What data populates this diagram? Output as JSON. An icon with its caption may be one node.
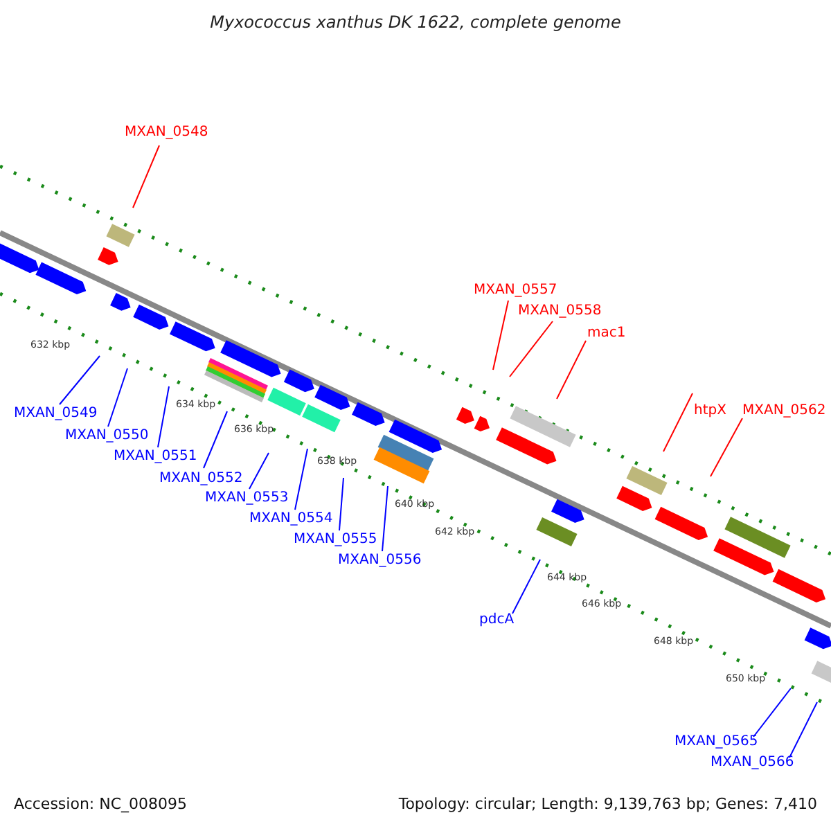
{
  "diagram": {
    "title": "Myxococcus xanthus DK 1622, complete genome",
    "nodes": [
      {
        "text": [
          "MXAN_0548"
        ]
      },
      {
        "text": [
          "MXAN_0549"
        ]
      },
      {
        "text": [
          "MXAN_0550"
        ]
      },
      {
        "text": [
          "MXAN_0551"
        ]
      },
      {
        "text": [
          "MXAN_0552"
        ]
      },
      {
        "text": [
          "MXAN_0553"
        ]
      },
      {
        "text": [
          "MXAN_0554"
        ]
      },
      {
        "text": [
          "MXAN_0555"
        ]
      },
      {
        "text": [
          "MXAN_0556"
        ]
      },
      {
        "text": [
          "MXAN_0557"
        ]
      },
      {
        "text": [
          "MXAN_0558"
        ]
      },
      {
        "text": [
          "mac1"
        ]
      },
      {
        "text": [
          "htpX"
        ]
      },
      {
        "text": [
          "MXAN_0562"
        ]
      },
      {
        "text": [
          "pdcA"
        ]
      },
      {
        "text": [
          "MXAN_0565"
        ]
      },
      {
        "text": [
          "MXAN_0566"
        ]
      }
    ],
    "edges": [
      {
        "from": 0,
        "to": null,
        "arrow": "none",
        "color": "#ff0000"
      },
      {
        "from": 1,
        "to": null,
        "arrow": "none"
      },
      {
        "from": 2,
        "to": null,
        "arrow": "none"
      },
      {
        "from": 3,
        "to": null,
        "arrow": "none"
      },
      {
        "from": 4,
        "to": null,
        "arrow": "none"
      },
      {
        "from": 5,
        "to": null,
        "arrow": "none"
      },
      {
        "from": 6,
        "to": null,
        "arrow": "none"
      },
      {
        "from": 7,
        "to": null,
        "arrow": "none"
      },
      {
        "from": 8,
        "to": null,
        "arrow": "none"
      },
      {
        "from": 9,
        "to": null,
        "arrow": "none",
        "color": "#ff0000"
      },
      {
        "from": 10,
        "to": null,
        "arrow": "none",
        "color": "#ff0000"
      },
      {
        "from": 11,
        "to": null,
        "arrow": "none",
        "color": "#ff0000"
      },
      {
        "from": 12,
        "to": null,
        "arrow": "none",
        "color": "#ff0000"
      },
      {
        "from": 13,
        "to": null,
        "arrow": "none",
        "color": "#ff0000"
      },
      {
        "from": 14,
        "to": null,
        "arrow": "none"
      },
      {
        "from": 15,
        "to": null,
        "arrow": "none"
      },
      {
        "from": 16,
        "to": null,
        "arrow": "none"
      }
    ],
    "labels": [
      "632 kbp",
      "634 kbp",
      "636 kbp",
      "638 kbp",
      "640 kbp",
      "642 kbp",
      "644 kbp",
      "646 kbp",
      "648 kbp",
      "650 kbp",
      "Accession: NC_008095",
      "Topology: circular; Length: 9,139,763 bp; Genes: 7,410"
    ]
  }
}
